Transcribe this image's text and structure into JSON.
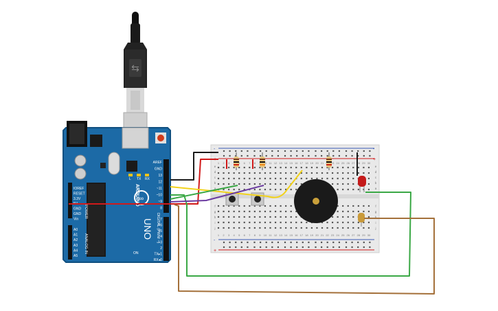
{
  "arduino": {
    "logo": "ARDUINO",
    "model": "UNO",
    "digital_label": "DIGITAL (PWM ~)",
    "power_label": "POWER",
    "analog_label": "ANALOG IN",
    "led_labels": [
      "L",
      "TX",
      "RX",
      "ON"
    ],
    "top_pins": [
      "AREF",
      "GND",
      "13",
      "12",
      "~11",
      "~10",
      "~9",
      "8"
    ],
    "bottom_pins": [
      "7",
      "~6",
      "~5",
      "4",
      "~3",
      "2",
      "TX▸1",
      "RX◂0"
    ],
    "power_pins": [
      "IOREF",
      "RESET",
      "3.3V",
      "5V",
      "GND",
      "GND",
      "Vin"
    ],
    "analog_pins": [
      "A0",
      "A1",
      "A2",
      "A3",
      "A4",
      "A5"
    ]
  },
  "breadboard": {
    "rows": [
      "a",
      "b",
      "c",
      "d",
      "e",
      "f",
      "g",
      "h",
      "i",
      "j"
    ],
    "columns": [
      "1",
      "2",
      "3",
      "4",
      "5",
      "6",
      "7",
      "8",
      "9",
      "10",
      "11",
      "12",
      "13",
      "14",
      "15",
      "16",
      "17",
      "18",
      "19",
      "20",
      "21",
      "22",
      "23",
      "24",
      "25",
      "26",
      "27",
      "28",
      "29",
      "30"
    ],
    "rail_plus": "+",
    "rail_minus": "-"
  },
  "colors": {
    "board": "#1c6aa6",
    "board_edge": "#0f4f80",
    "breadboard": "#e9e9e9",
    "wire_black": "#1a1a1a",
    "wire_red": "#d11a1a",
    "wire_yellow": "#f2d21a",
    "wire_green": "#3aa845",
    "wire_purple": "#6b3aa0",
    "wire_brown": "#a4703a",
    "rail_red": "#d11a1a",
    "rail_blue": "#3a5bb8"
  },
  "components": [
    "usb-cable",
    "arduino-uno",
    "breadboard",
    "resistor",
    "resistor",
    "resistor",
    "pushbutton",
    "pushbutton",
    "piezo-buzzer",
    "red-led",
    "photoresistor"
  ]
}
